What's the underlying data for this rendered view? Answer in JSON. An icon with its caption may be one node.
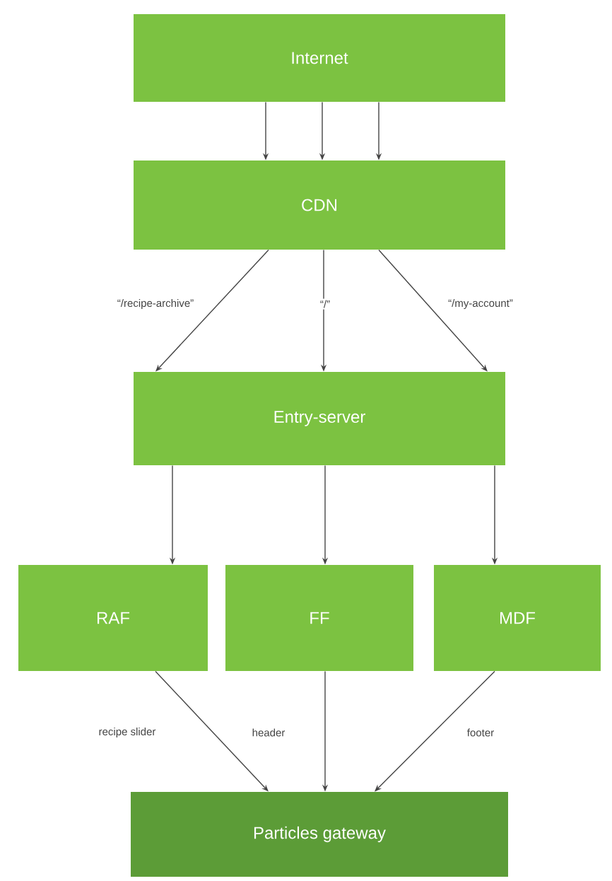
{
  "diagram": {
    "nodes": [
      {
        "text": [
          "Internet"
        ]
      },
      {
        "text": [
          "CDN"
        ]
      },
      {
        "text": [
          "Entry-server"
        ]
      },
      {
        "text": [
          "RAF"
        ]
      },
      {
        "text": [
          "FF"
        ]
      },
      {
        "text": [
          "MDF"
        ]
      },
      {
        "text": [
          "Particles gateway"
        ]
      }
    ],
    "edges": [
      {
        "from": 0,
        "to": 1,
        "arrow": "to"
      },
      {
        "from": 0,
        "to": 1,
        "arrow": "to"
      },
      {
        "from": 0,
        "to": 1,
        "arrow": "to"
      },
      {
        "from": 1,
        "to": 2,
        "arrow": "to",
        "label": "“/recipe-archive”"
      },
      {
        "from": 1,
        "to": 2,
        "arrow": "to",
        "label": "“/”"
      },
      {
        "from": 1,
        "to": 2,
        "arrow": "to",
        "label": "“/my-account”"
      },
      {
        "from": 2,
        "to": 3,
        "arrow": "to"
      },
      {
        "from": 2,
        "to": 4,
        "arrow": "to"
      },
      {
        "from": 2,
        "to": 5,
        "arrow": "to"
      },
      {
        "from": 3,
        "to": 6,
        "arrow": "to",
        "label": "recipe slider"
      },
      {
        "from": 4,
        "to": 6,
        "arrow": "to",
        "label": "header"
      },
      {
        "from": 5,
        "to": 6,
        "arrow": "to",
        "label": "footer"
      }
    ]
  }
}
